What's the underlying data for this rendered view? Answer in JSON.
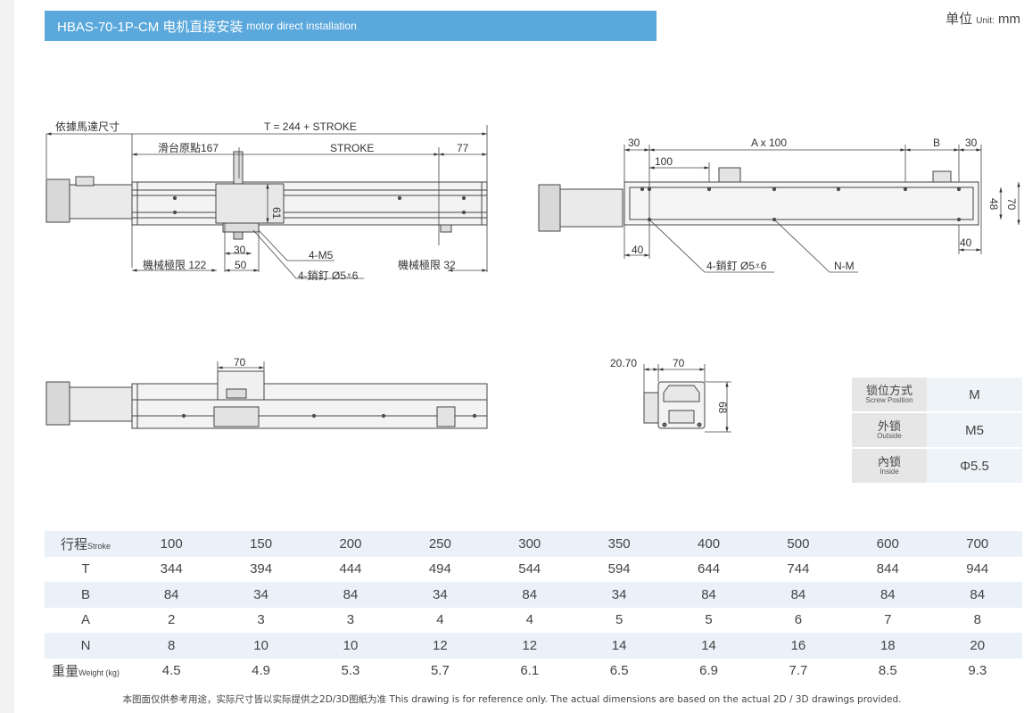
{
  "header": {
    "title": "HBAS-70-1P-CM 电机直接安装",
    "title_en": "motor direct installation",
    "unit_label": "单位",
    "unit_en": "Unit:",
    "unit_value": "mm"
  },
  "drawing_labels": {
    "total": "T = 244 + STROKE",
    "per_motor": "依據馬達尺寸",
    "home": "滑台原點167",
    "stroke": "STROKE",
    "d77": "77",
    "d61": "61",
    "d30a": "30",
    "d50": "50",
    "limit_left": "機械極限 122",
    "limit_right": "機械極限 32",
    "m5": "4-M5",
    "pin_left": "4-銷釘 Ø5",
    "pin_left_depth": "6",
    "top_30l": "30",
    "top_ax": "A x 100",
    "top_b": "B",
    "top_30r": "30",
    "top_100": "100",
    "top_48": "48",
    "top_70": "70",
    "top_40l": "40",
    "top_40r": "40",
    "pin_right": "4-銷釘 Ø5",
    "pin_right_depth": "6",
    "nm": "N-M",
    "front_70": "70",
    "end_2070": "20.70",
    "end_70": "70",
    "end_68": "68"
  },
  "screw_table": [
    {
      "label": "锁位方式",
      "label_en": "Screw Position",
      "value": "M"
    },
    {
      "label": "外锁",
      "label_en": "Outside",
      "value": "M5"
    },
    {
      "label": "內锁",
      "label_en": "Inside",
      "value": "Φ5.5"
    }
  ],
  "spec_table": {
    "rows": [
      {
        "label": "行程",
        "label_en": "Stroke",
        "values": [
          "100",
          "150",
          "200",
          "250",
          "300",
          "350",
          "400",
          "500",
          "600",
          "700"
        ]
      },
      {
        "label": "T",
        "label_en": "",
        "values": [
          "344",
          "394",
          "444",
          "494",
          "544",
          "594",
          "644",
          "744",
          "844",
          "944"
        ]
      },
      {
        "label": "B",
        "label_en": "",
        "values": [
          "84",
          "34",
          "84",
          "34",
          "84",
          "34",
          "84",
          "84",
          "84",
          "84"
        ]
      },
      {
        "label": "A",
        "label_en": "",
        "values": [
          "2",
          "3",
          "3",
          "4",
          "4",
          "5",
          "5",
          "6",
          "7",
          "8"
        ]
      },
      {
        "label": "N",
        "label_en": "",
        "values": [
          "8",
          "10",
          "10",
          "12",
          "12",
          "14",
          "14",
          "16",
          "18",
          "20"
        ]
      },
      {
        "label": "重量",
        "label_en": "Weight (kg)",
        "values": [
          "4.5",
          "4.9",
          "5.3",
          "5.7",
          "6.1",
          "6.5",
          "6.9",
          "7.7",
          "8.5",
          "9.3"
        ]
      }
    ]
  },
  "footer_note": "本图面仅供参考用途，实际尺寸皆以实际提供之2D/3D图紙为准 This drawing is for reference only. The actual dimensions are based on the actual 2D / 3D drawings provided."
}
